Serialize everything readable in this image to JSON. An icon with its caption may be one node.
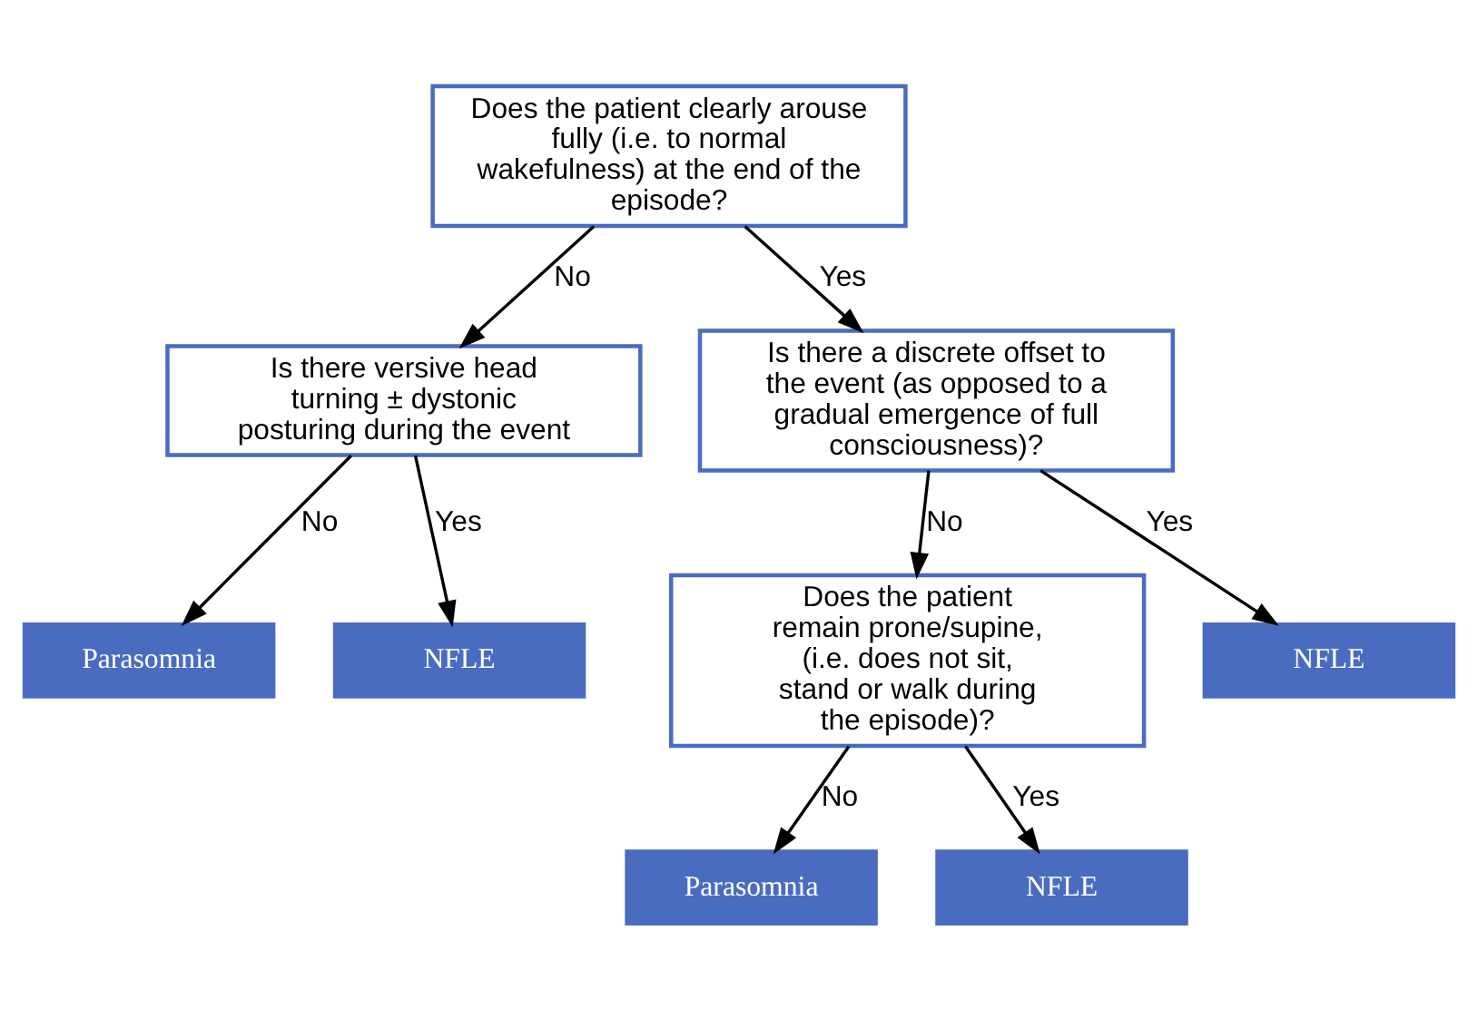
{
  "diagram": {
    "nodes": [
      {
        "text": [
          "Does the patient clearly arouse fully (i.e. to normal wakefulness) at the end of the episode?"
        ]
      },
      {
        "text": [
          "Is there versive head turning ± dystonic posturing during the event"
        ]
      },
      {
        "text": [
          "Is there a discrete offset to the event (as opposed to a gradual emergence of full consciousness)?"
        ]
      },
      {
        "text": [
          "Parasomnia"
        ]
      },
      {
        "text": [
          "NFLE"
        ]
      },
      {
        "text": [
          "Does the patient remain prone/supine, (i.e. does not sit, stand or walk during the episode)?"
        ]
      },
      {
        "text": [
          "NFLE"
        ]
      },
      {
        "text": [
          "Parasomnia"
        ]
      },
      {
        "text": [
          "NFLE"
        ]
      }
    ],
    "edges": [
      {
        "from": 0,
        "to": 1,
        "arrow": "to",
        "label": "No"
      },
      {
        "from": 0,
        "to": 2,
        "arrow": "to",
        "label": "Yes"
      },
      {
        "from": 1,
        "to": 3,
        "arrow": "to",
        "label": "No"
      },
      {
        "from": 1,
        "to": 4,
        "arrow": "to",
        "label": "Yes"
      },
      {
        "from": 2,
        "to": 5,
        "arrow": "to",
        "label": "No"
      },
      {
        "from": 2,
        "to": 6,
        "arrow": "to",
        "label": "Yes"
      },
      {
        "from": 5,
        "to": 7,
        "arrow": "to",
        "label": "No"
      },
      {
        "from": 5,
        "to": 8,
        "arrow": "to",
        "label": "Yes"
      }
    ]
  }
}
